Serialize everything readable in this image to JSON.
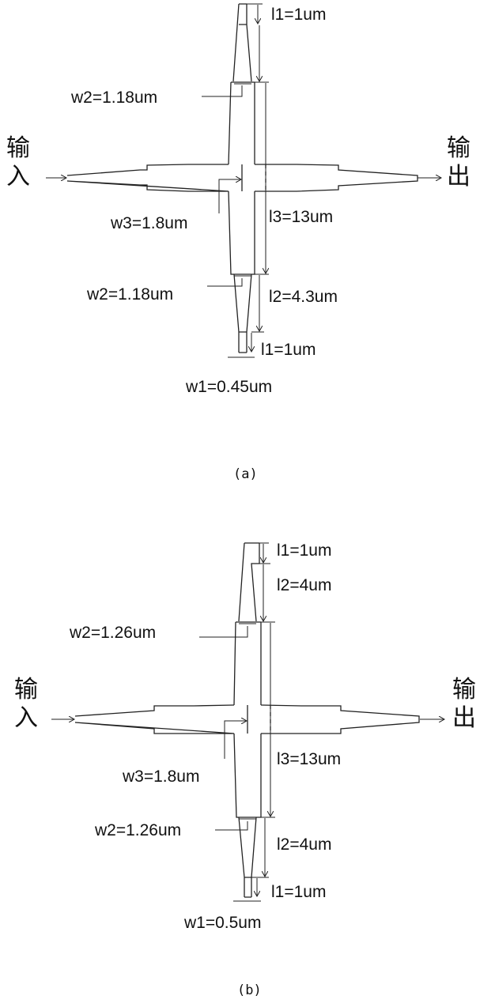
{
  "figure_a": {
    "caption": "(a)",
    "input_label": "输入",
    "output_label": "输出",
    "labels": {
      "l1_top": "l1=1um",
      "w2_top": "w2=1.18um",
      "w3": "w3=1.8um",
      "l3": "l3=13um",
      "w2_bottom": "w2=1.18um",
      "l2_bottom": "l2=4.3um",
      "l1_bottom": "l1=1um",
      "w1": "w1=0.45um"
    }
  },
  "figure_b": {
    "caption": "(b)",
    "input_label": "输入",
    "output_label": "输出",
    "labels": {
      "l1_top": "l1=1um",
      "l2_top": "l2=4um",
      "w2_top": "w2=1.26um",
      "w3": "w3=1.8um",
      "l3": "l3=13um",
      "w2_bottom": "w2=1.26um",
      "l2_bottom": "l2=4um",
      "l1_bottom": "l1=1um",
      "w1": "w1=0.5um"
    }
  }
}
